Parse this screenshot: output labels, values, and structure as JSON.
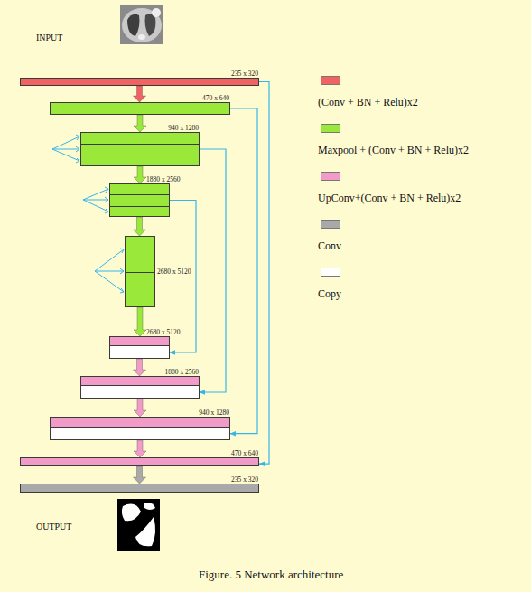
{
  "diagram": {
    "caption": "Figure. 5 Network architecture",
    "nodes": [
      {
        "text": [
          "235 x 320"
        ]
      },
      {
        "text": [
          "470 x 640"
        ]
      },
      {
        "text": [
          "940 x 1280"
        ]
      },
      {
        "text": [
          "1880 x 2560"
        ]
      },
      {
        "text": [
          "2680 x 5120"
        ]
      },
      {
        "text": [
          "2680 x 5120"
        ]
      },
      {
        "text": [
          "1880 x 2560"
        ]
      },
      {
        "text": [
          "940 x 1280"
        ]
      },
      {
        "text": [
          "470 x 640"
        ]
      },
      {
        "text": [
          "235 x 320"
        ]
      }
    ],
    "edges": [
      {
        "from": 0,
        "to": 1,
        "arrow": "to"
      },
      {
        "from": 1,
        "to": 2,
        "arrow": "to"
      },
      {
        "from": 2,
        "to": 3,
        "arrow": "to"
      },
      {
        "from": 3,
        "to": 4,
        "arrow": "to"
      },
      {
        "from": 4,
        "to": 5,
        "arrow": "to"
      },
      {
        "from": 5,
        "to": 6,
        "arrow": "to"
      },
      {
        "from": 6,
        "to": 7,
        "arrow": "to"
      },
      {
        "from": 7,
        "to": 8,
        "arrow": "to"
      },
      {
        "from": 8,
        "to": 9,
        "arrow": "to"
      },
      {
        "from": 0,
        "to": 8,
        "arrow": "to"
      },
      {
        "from": 1,
        "to": 7,
        "arrow": "to"
      },
      {
        "from": 2,
        "to": 6,
        "arrow": "to"
      },
      {
        "from": 3,
        "to": 5,
        "arrow": "to"
      }
    ],
    "labels": [
      "INPUT",
      "OUTPUT"
    ],
    "legend": [
      {
        "text": "(Conv + BN + Relu)x2",
        "color": "#f16363"
      },
      {
        "text": "Maxpool + (Conv + BN + Relu)x2",
        "color": "#99e83a"
      },
      {
        "text": "UpConv+(Conv + BN + Relu)x2",
        "color": "#f29bc9"
      },
      {
        "text": "Conv",
        "color": "#a9a9a9"
      },
      {
        "text": "Copy",
        "color": "#ffffff"
      }
    ]
  }
}
